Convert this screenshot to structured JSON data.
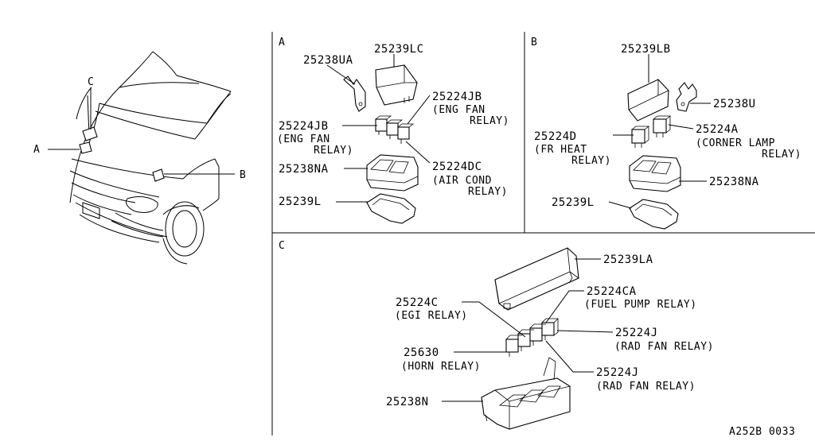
{
  "panels": {
    "a": {
      "letter": "A",
      "labels": {
        "bracket": "25238UA",
        "cover": "25239LC",
        "relay_right_num": "25224JB",
        "relay_right_l1": "(ENG FAN",
        "relay_right_l2": "RELAY)",
        "relay_left_num": "25224JB",
        "relay_left_l1": "(ENG FAN",
        "relay_left_l2": "RELAY)",
        "block": "25238NA",
        "relay_ac_num": "25224DC",
        "relay_ac_l1": "(AIR COND",
        "relay_ac_l2": "RELAY)",
        "base": "25239L"
      }
    },
    "b": {
      "letter": "B",
      "labels": {
        "cover": "25239LB",
        "bracket": "25238U",
        "relay_left_num": "25224D",
        "relay_left_l1": "(FR HEAT",
        "relay_left_l2": "RELAY)",
        "relay_right_num": "25224A",
        "relay_right_l1": "(CORNER LAMP",
        "relay_right_l2": "RELAY)",
        "block": "25238NA",
        "base": "25239L"
      }
    },
    "c": {
      "letter": "C",
      "labels": {
        "cover": "25239LA",
        "egi_num": "25224C",
        "egi_l1": "(EGI RELAY)",
        "fuel_num": "25224CA",
        "fuel_l1": "(FUEL PUMP RELAY)",
        "rad1_num": "25224J",
        "rad1_l1": "(RAD FAN RELAY)",
        "horn_num": "25630",
        "horn_l1": "(HORN RELAY)",
        "rad2_num": "25224J",
        "rad2_l1": "(RAD FAN RELAY)",
        "block": "25238N"
      }
    }
  },
  "vehicle": {
    "callout_a": "A",
    "callout_b": "B",
    "callout_c": "C"
  },
  "footer": {
    "code": "A252B 0033"
  }
}
